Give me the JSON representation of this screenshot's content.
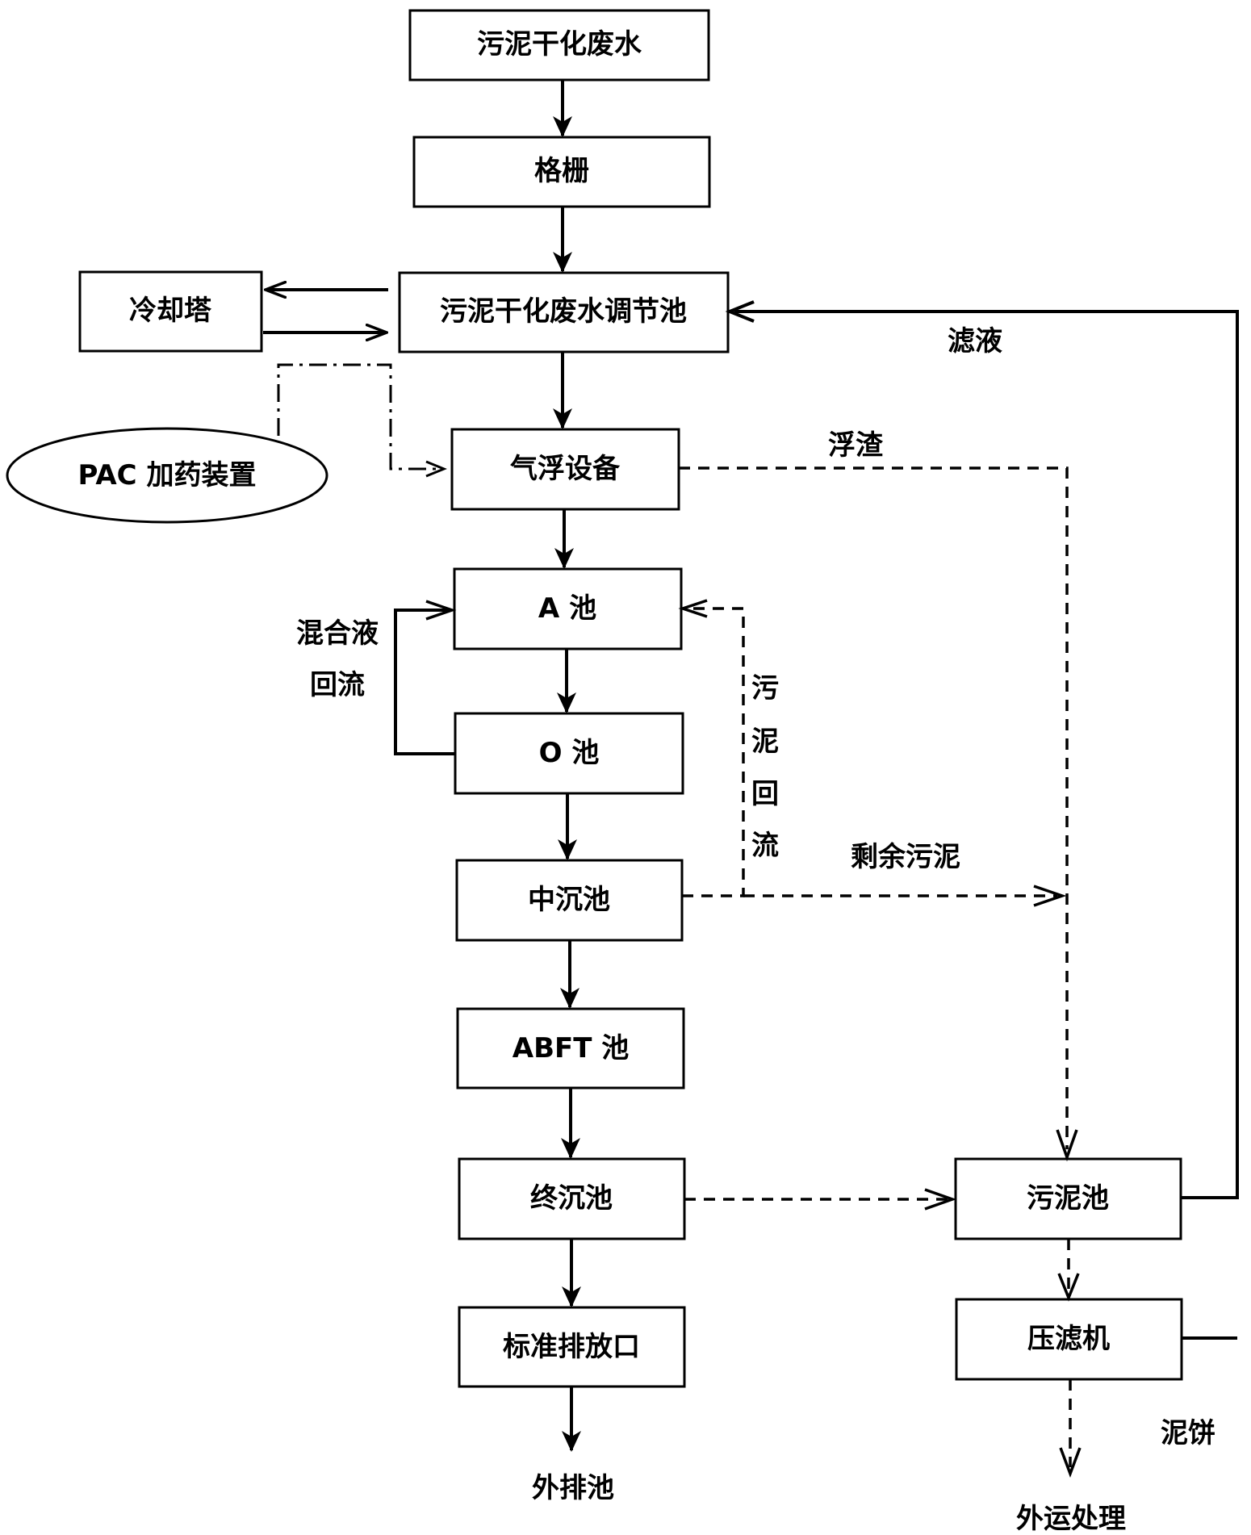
{
  "nodes": {
    "wastewater": "污泥干化废水",
    "grille": "格栅",
    "cooling_tower": "冷却塔",
    "regulating_tank": "污泥干化废水调节池",
    "pac_dosing": "PAC 加药装置",
    "air_flotation": "气浮设备",
    "a_tank": "A 池",
    "o_tank": "O 池",
    "mid_settling": "中沉池",
    "abft_tank": "ABFT 池",
    "final_settling": "终沉池",
    "discharge_outlet": "标准排放口",
    "outer_tank": "外排池",
    "sludge_tank": "污泥池",
    "filter_press": "压滤机",
    "external_disposal": "外运处理"
  },
  "edge_labels": {
    "filtrate": "滤液",
    "scum": "浮渣",
    "mixed_liquor_1": "混合液",
    "mixed_liquor_2": "回流",
    "sludge_return": [
      "污",
      "泥",
      "回",
      "流"
    ],
    "excess_sludge": "剩余污泥",
    "sludge_cake": "泥饼"
  },
  "colors": {
    "stroke": "#000000",
    "background": "#ffffff"
  }
}
